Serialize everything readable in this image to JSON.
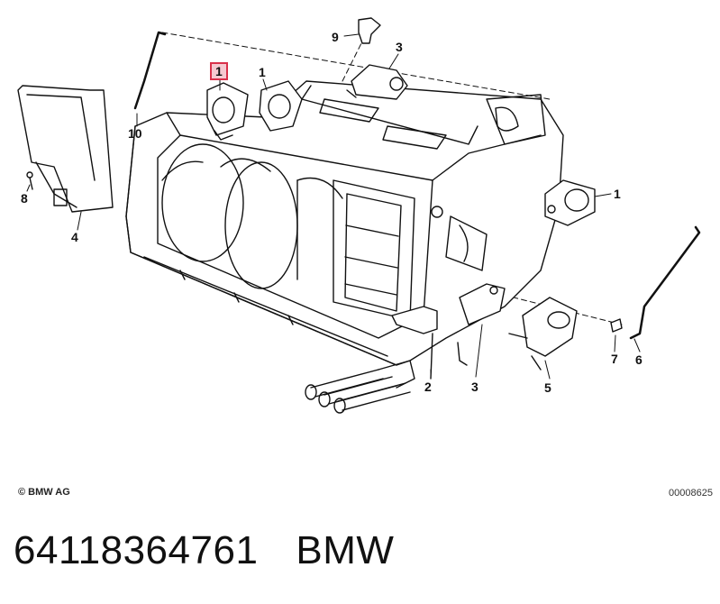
{
  "callouts": [
    {
      "id": "c1a",
      "text": "1",
      "highlighted": true
    },
    {
      "id": "c1b",
      "text": "1"
    },
    {
      "id": "c1c",
      "text": "1"
    },
    {
      "id": "c2",
      "text": "2"
    },
    {
      "id": "c3a",
      "text": "3"
    },
    {
      "id": "c3b",
      "text": "3"
    },
    {
      "id": "c4",
      "text": "4"
    },
    {
      "id": "c5",
      "text": "5"
    },
    {
      "id": "c6",
      "text": "6"
    },
    {
      "id": "c7",
      "text": "7"
    },
    {
      "id": "c8",
      "text": "8"
    },
    {
      "id": "c9",
      "text": "9"
    },
    {
      "id": "c10",
      "text": "10"
    }
  ],
  "copyright": "© BMW AG",
  "drawing_number": "00008625",
  "footer": {
    "part_number": "64118364761",
    "brand": "BMW"
  },
  "colors": {
    "highlight_border": "#d9304a",
    "highlight_fill": "#f6c9d1",
    "line": "#111111"
  }
}
